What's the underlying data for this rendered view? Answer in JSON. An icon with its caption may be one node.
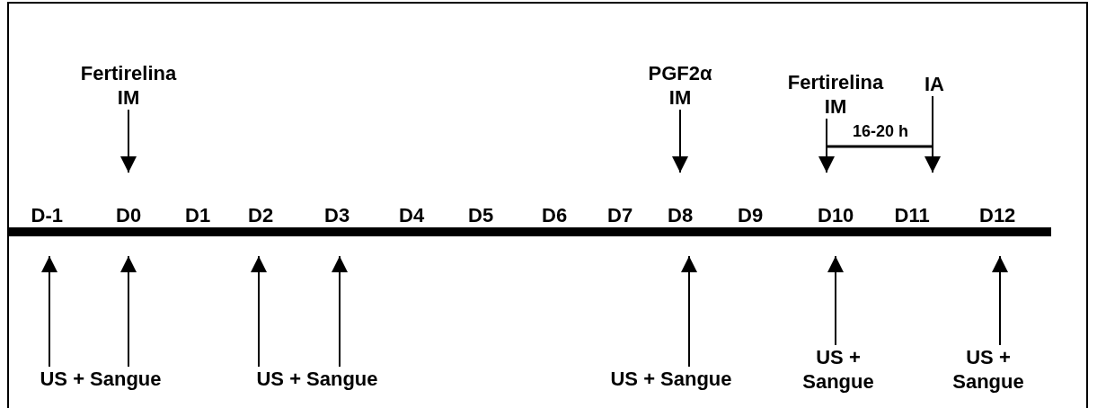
{
  "diagram": {
    "nodes": [
      {
        "text": [
          "Fertirelina IM"
        ]
      },
      {
        "text": [
          "PGF2α IM"
        ]
      },
      {
        "text": [
          "Fertirelina IM"
        ]
      },
      {
        "text": [
          "IA"
        ]
      },
      {
        "text": [
          "US + Sangue"
        ]
      },
      {
        "text": [
          "US + Sangue"
        ]
      },
      {
        "text": [
          "US + Sangue"
        ]
      },
      {
        "text": [
          "US + Sangue"
        ]
      },
      {
        "text": [
          "US + Sangue"
        ]
      }
    ],
    "edges": [
      {
        "from": 0,
        "to": null,
        "arrow": "to"
      },
      {
        "from": 1,
        "to": null,
        "arrow": "to"
      },
      {
        "from": 2,
        "to": null,
        "arrow": "to"
      },
      {
        "from": 3,
        "to": null,
        "arrow": "to"
      },
      {
        "from": 4,
        "to": null,
        "arrow": "to"
      },
      {
        "from": 4,
        "to": null,
        "arrow": "to"
      },
      {
        "from": 5,
        "to": null,
        "arrow": "to"
      },
      {
        "from": 5,
        "to": null,
        "arrow": "to"
      },
      {
        "from": 6,
        "to": null,
        "arrow": "to"
      },
      {
        "from": 7,
        "to": null,
        "arrow": "to"
      },
      {
        "from": 8,
        "to": null,
        "arrow": "to"
      }
    ],
    "labels": [
      "16-20 h",
      "D-1",
      "D0",
      "D1",
      "D2",
      "D3",
      "D4",
      "D5",
      "D6",
      "D7",
      "D8",
      "D9",
      "D10",
      "D11",
      "D12"
    ]
  }
}
